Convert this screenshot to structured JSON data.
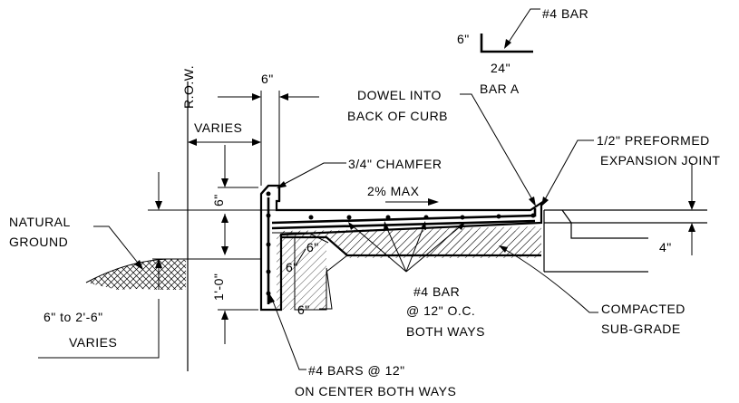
{
  "labels": {
    "bar_callout": "#4 BAR",
    "bar_leg_dim": "6\"",
    "bar_len_dim": "24\"",
    "bar_name": "BAR A",
    "row": "R.O.W.",
    "top_six": "6\"",
    "varies": "VARIES",
    "dowel_line1": "DOWEL INTO",
    "dowel_line2": "BACK OF CURB",
    "expansion_line1": "1/2\" PREFORMED",
    "expansion_line2": "EXPANSION JOINT",
    "chamfer": "3/4\" CHAMFER",
    "slope": "2% MAX",
    "curb_six": "6\"",
    "natural_line1": "NATURAL",
    "natural_line2": "GROUND",
    "four_in": "4\"",
    "one_foot": "1'-0\"",
    "haunch_six_a": "6\"",
    "haunch_six_b": "6\"",
    "haunch_six_c": "6\"",
    "rebar_line1": "#4 BAR",
    "rebar_line2": "@ 12\" O.C.",
    "rebar_line3": "BOTH WAYS",
    "compacted_line1": "COMPACTED",
    "compacted_line2": "SUB-GRADE",
    "depth_line1": "6\" to 2'-6\"",
    "depth_line2": "VARIES",
    "bars_line1": "#4 BARS @ 12\"",
    "bars_line2": "ON CENTER BOTH WAYS"
  }
}
